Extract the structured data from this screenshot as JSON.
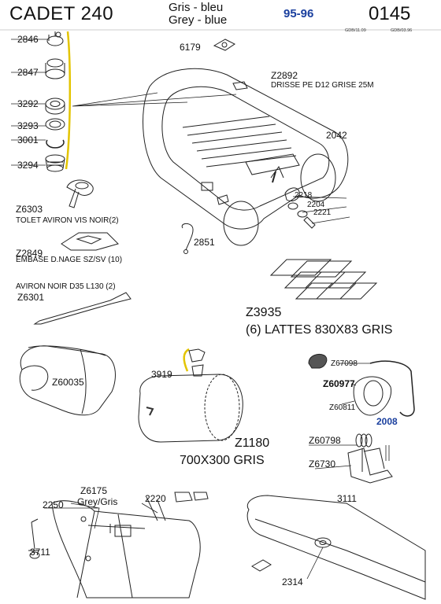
{
  "header": {
    "model": "CADET 240",
    "color_fr": "Gris - bleu",
    "color_en": "Grey - blue",
    "years": "95-96",
    "reference": "0145",
    "stamp_1": "GDB/11.09",
    "stamp_2": "GDB/03.96"
  },
  "parts": {
    "p2846": "2846",
    "p2847": "2847",
    "p3292": "3292",
    "p3293": "3293",
    "p3001": "3001",
    "p3294": "3294",
    "z6303": "Z6303",
    "z6303_desc": "TOLET AVIRON VIS NOIR(2)",
    "z2849": "Z2849",
    "z2849_desc": "EMBASE D.NAGE SZ/SV  (10)",
    "z6301_desc": "AVIRON NOIR D35 L130 (2)",
    "z6301": "Z6301",
    "p6179": "6179",
    "z2892": "Z2892",
    "z2892_desc": "DRISSE PE D12 GRISE 25M",
    "p2042": "2042",
    "p2218": "2218",
    "p2204": "2204",
    "p2221": "2221",
    "p2851": "2851",
    "z3935": "Z3935",
    "z3935_desc": "(6) LATTES  830X83 GRIS",
    "z60035": "Z60035",
    "p3919": "3919",
    "z1180": "Z1180",
    "z1180_desc": "700X300 GRIS",
    "z67098": "Z67098",
    "z60977": "Z60977",
    "z60811": "Z60811",
    "year_2008": "2008",
    "z60798": "Z60798",
    "z6730": "Z6730",
    "p3111": "3111",
    "z6175": "Z6175",
    "z6175_color": "Grey/Gris",
    "p2250": "2250",
    "p2220": "2220",
    "p3711": "3711",
    "p2314": "2314"
  }
}
